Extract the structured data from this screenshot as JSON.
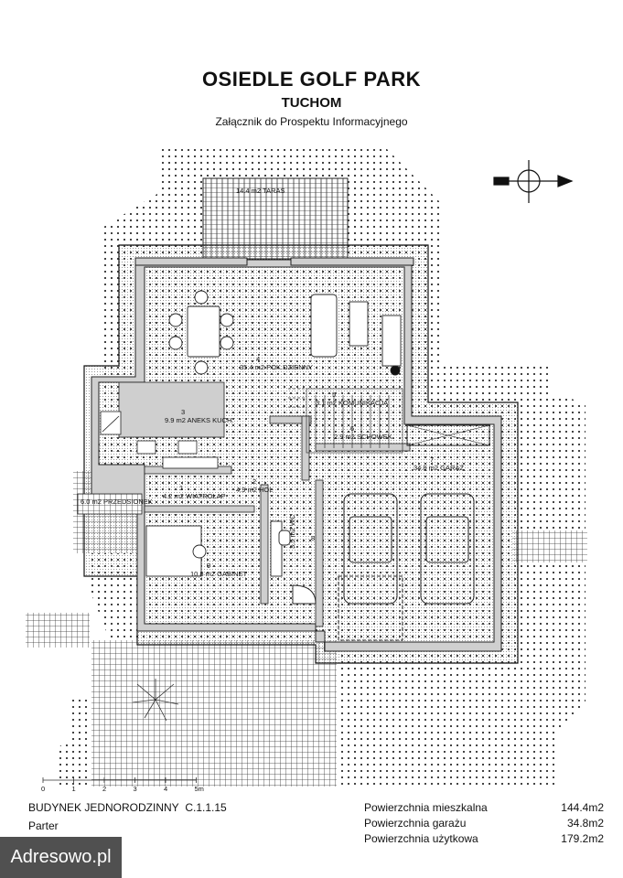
{
  "header": {
    "title": "OSIEDLE GOLF PARK",
    "subtitle": "TUCHOM",
    "caption": "Załącznik do Prospektu Informacyjnego"
  },
  "rooms": [
    {
      "id": "1",
      "area": "4.2 m2",
      "name": "WIATROŁAP"
    },
    {
      "id": "2",
      "area": "4.9 m2",
      "name": "HOL"
    },
    {
      "id": "3",
      "area": "9.9 m2",
      "name": "ANEKS KUCH."
    },
    {
      "id": "4",
      "area": "35.4 m2",
      "name": "POK.DZIENNY"
    },
    {
      "id": "5",
      "area": "3.1 m2",
      "name": "KOMUNIKACJA"
    },
    {
      "id": "6",
      "area": "2.9 m2",
      "name": "SCHOWEK"
    },
    {
      "id": "7",
      "area": "34.8 m2",
      "name": "GARAŻ"
    },
    {
      "id": "8",
      "area": "3.5 m2",
      "name": "WC"
    },
    {
      "id": "9",
      "area": "10.8 m2",
      "name": "GABINET"
    },
    {
      "id": "",
      "area": "6.0 m2",
      "name": "PRZEDSIONEK"
    },
    {
      "id": "",
      "area": "14.4 m2",
      "name": "TARAS"
    }
  ],
  "scale_bar": {
    "ticks": [
      "0",
      "1",
      "2",
      "3",
      "4",
      "5m"
    ]
  },
  "building": {
    "name": "BUDYNEK JEDNORODZINNY",
    "code": "C.1.1.15",
    "level": "Parter"
  },
  "areas": [
    {
      "label": "Powierzchnia mieszkalna",
      "value": "144.4m2"
    },
    {
      "label": "Powierzchnia garażu",
      "value": "34.8m2"
    },
    {
      "label": "Powierzchnia użytkowa",
      "value": "179.2m2"
    }
  ],
  "watermark": "Adresowo.pl",
  "colors": {
    "wall": "#cfcfcf",
    "outline": "#111111",
    "paving": "#555555"
  }
}
